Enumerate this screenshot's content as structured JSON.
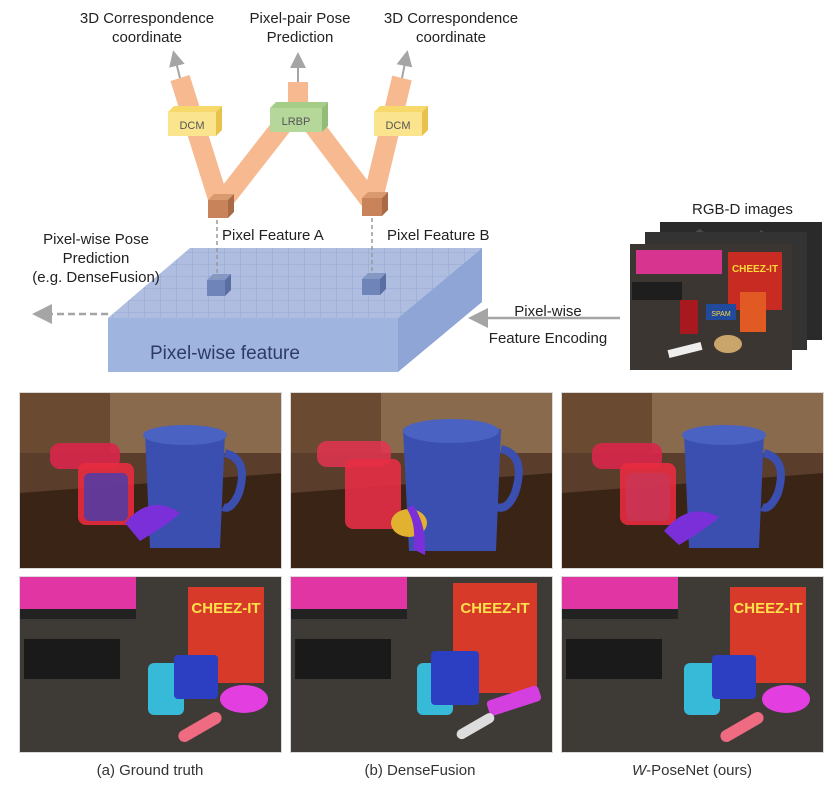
{
  "diagram": {
    "top_labels": {
      "left_line1": "3D Correspondence",
      "left_line2": "coordinate",
      "mid_line1": "Pixel-pair Pose",
      "mid_line2": "Prediction",
      "right_line1": "3D Correspondence",
      "right_line2": "coordinate"
    },
    "modules": {
      "dcm_left": "DCM",
      "lrbp": "LRBP",
      "dcm_right": "DCM"
    },
    "feature_a": "Pixel Feature A",
    "feature_b": "Pixel Feature B",
    "pixel_wise_pose_line1": "Pixel-wise Pose",
    "pixel_wise_pose_line2": "Prediction",
    "pixel_wise_pose_line3": "(e.g. DenseFusion)",
    "slab_label": "Pixel-wise feature",
    "rgbd_label": "RGB-D images",
    "encoding_line1": "Pixel-wise",
    "encoding_line2": "Feature Encoding",
    "scene_product_labels": {
      "cheezit": "CHEEZ-IT",
      "spam": "SPAM"
    },
    "colors": {
      "dcm_fill": "#fbe48e",
      "lrbp_fill": "#b5d79a",
      "arm_orange": "#f5a26b",
      "slab_top": "#aebde0",
      "slab_front": "#a0b4e0",
      "arrow_gray": "#a5a5a5"
    }
  },
  "captions": {
    "a": "(a) Ground truth",
    "b": "(b) DenseFusion",
    "c_italic": "W",
    "c_rest": "-PoseNet (ours)"
  },
  "photos": {
    "row1": [
      "ground-truth-pitcher-scene",
      "densefusion-pitcher-scene",
      "wposenet-pitcher-scene"
    ],
    "row2": [
      "ground-truth-cheezit-scene",
      "densefusion-cheezit-scene",
      "wposenet-cheezit-scene"
    ],
    "row2_product_label": "CHEEZ-IT"
  }
}
